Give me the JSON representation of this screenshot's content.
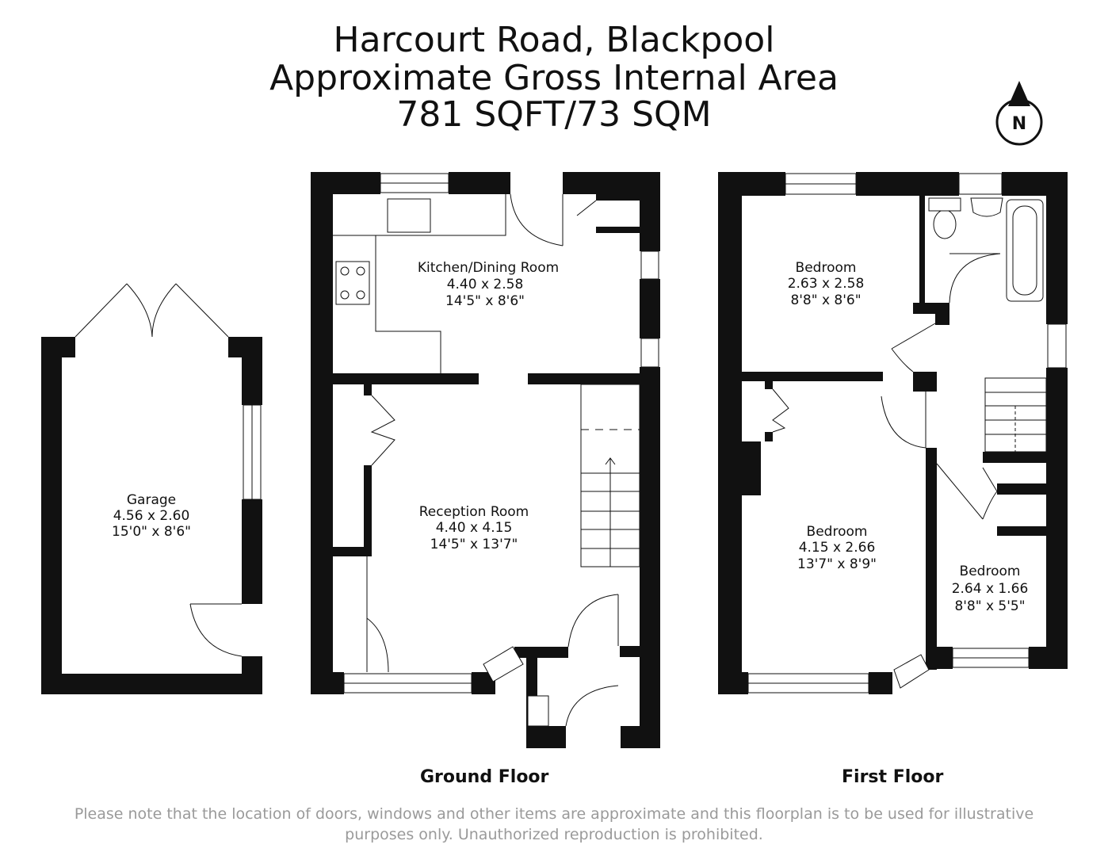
{
  "header": {
    "line1": "Harcourt Road, Blackpool",
    "line2": "Approximate Gross Internal Area",
    "line3": "781 SQFT/73 SQM"
  },
  "compass": {
    "label": "N"
  },
  "floors": {
    "ground": "Ground Floor",
    "first": "First Floor"
  },
  "rooms": {
    "garage": {
      "name": "Garage",
      "metric": "4.56 x 2.60",
      "imperial": "15'0\" x 8'6\""
    },
    "kitchen": {
      "name": "Kitchen/Dining Room",
      "metric": "4.40 x 2.58",
      "imperial": "14'5\" x 8'6\""
    },
    "reception": {
      "name": "Reception Room",
      "metric": "4.40 x 4.15",
      "imperial": "14'5\" x 13'7\""
    },
    "bed1": {
      "name": "Bedroom",
      "metric": "2.63 x 2.58",
      "imperial": "8'8\" x 8'6\""
    },
    "bed2": {
      "name": "Bedroom",
      "metric": "4.15 x 2.66",
      "imperial": "13'7\" x 8'9\""
    },
    "bed3": {
      "name": "Bedroom",
      "metric": "2.64 x 1.66",
      "imperial": "8'8\" x 5'5\""
    }
  },
  "disclaimer": "Please note that the location of doors, windows and other items are approximate and this floorplan is to be used for illustrative purposes only. Unauthorized reproduction is prohibited."
}
